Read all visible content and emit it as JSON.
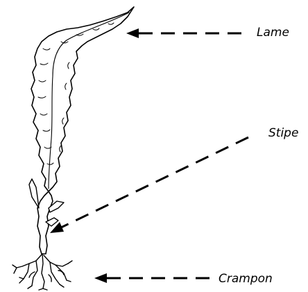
{
  "diagram": {
    "labels": {
      "blade": "Lame",
      "stipe": "Stipe",
      "holdfast": "Crampon"
    },
    "colors": {
      "ink": "#000000",
      "background": "#ffffff"
    }
  }
}
